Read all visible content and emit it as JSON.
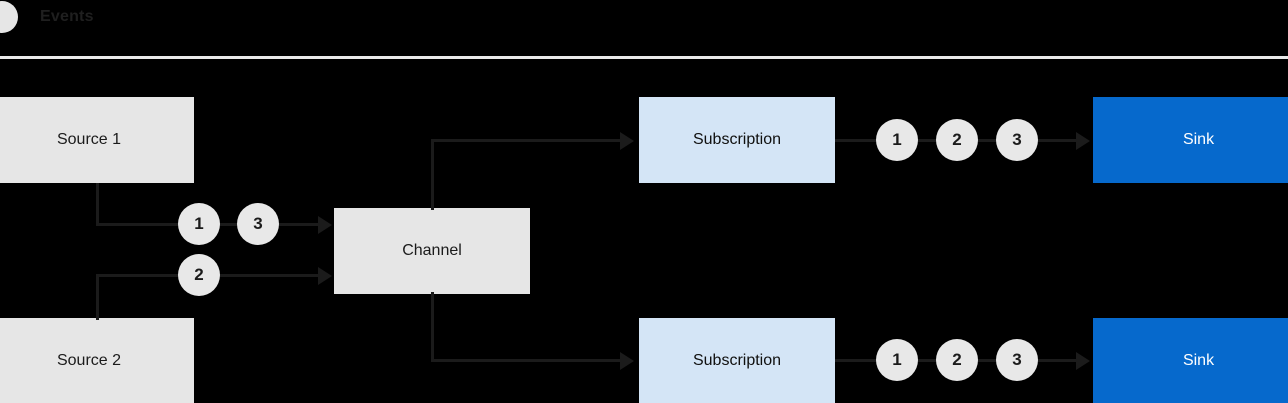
{
  "legend": {
    "dot_icon": "event-dot-icon",
    "label": "Events",
    "dot_color": "#e6e6e6"
  },
  "colors": {
    "background": "#000000",
    "source_box": "#e6e6e6",
    "channel_box": "#e6e6e6",
    "subscription_box": "#d4e5f6",
    "sink_box": "#0669cc",
    "sink_text": "#ffffff",
    "wire": "#1b1b1b",
    "event_circle": "#e8e8e8",
    "divider": "#e9e9e9"
  },
  "diagram": {
    "type": "flow",
    "sources": [
      {
        "label": "Source 1"
      },
      {
        "label": "Source 2"
      }
    ],
    "channel": {
      "label": "Channel"
    },
    "subscriptions": [
      {
        "label": "Subscription"
      },
      {
        "label": "Subscription"
      }
    ],
    "sinks": [
      {
        "label": "Sink"
      },
      {
        "label": "Sink"
      }
    ],
    "ingress_events": {
      "source1_lane": [
        "1",
        "3"
      ],
      "source2_lane": [
        "2"
      ]
    },
    "egress_events": {
      "subscription1_lane": [
        "1",
        "2",
        "3"
      ],
      "subscription2_lane": [
        "1",
        "2",
        "3"
      ]
    }
  }
}
